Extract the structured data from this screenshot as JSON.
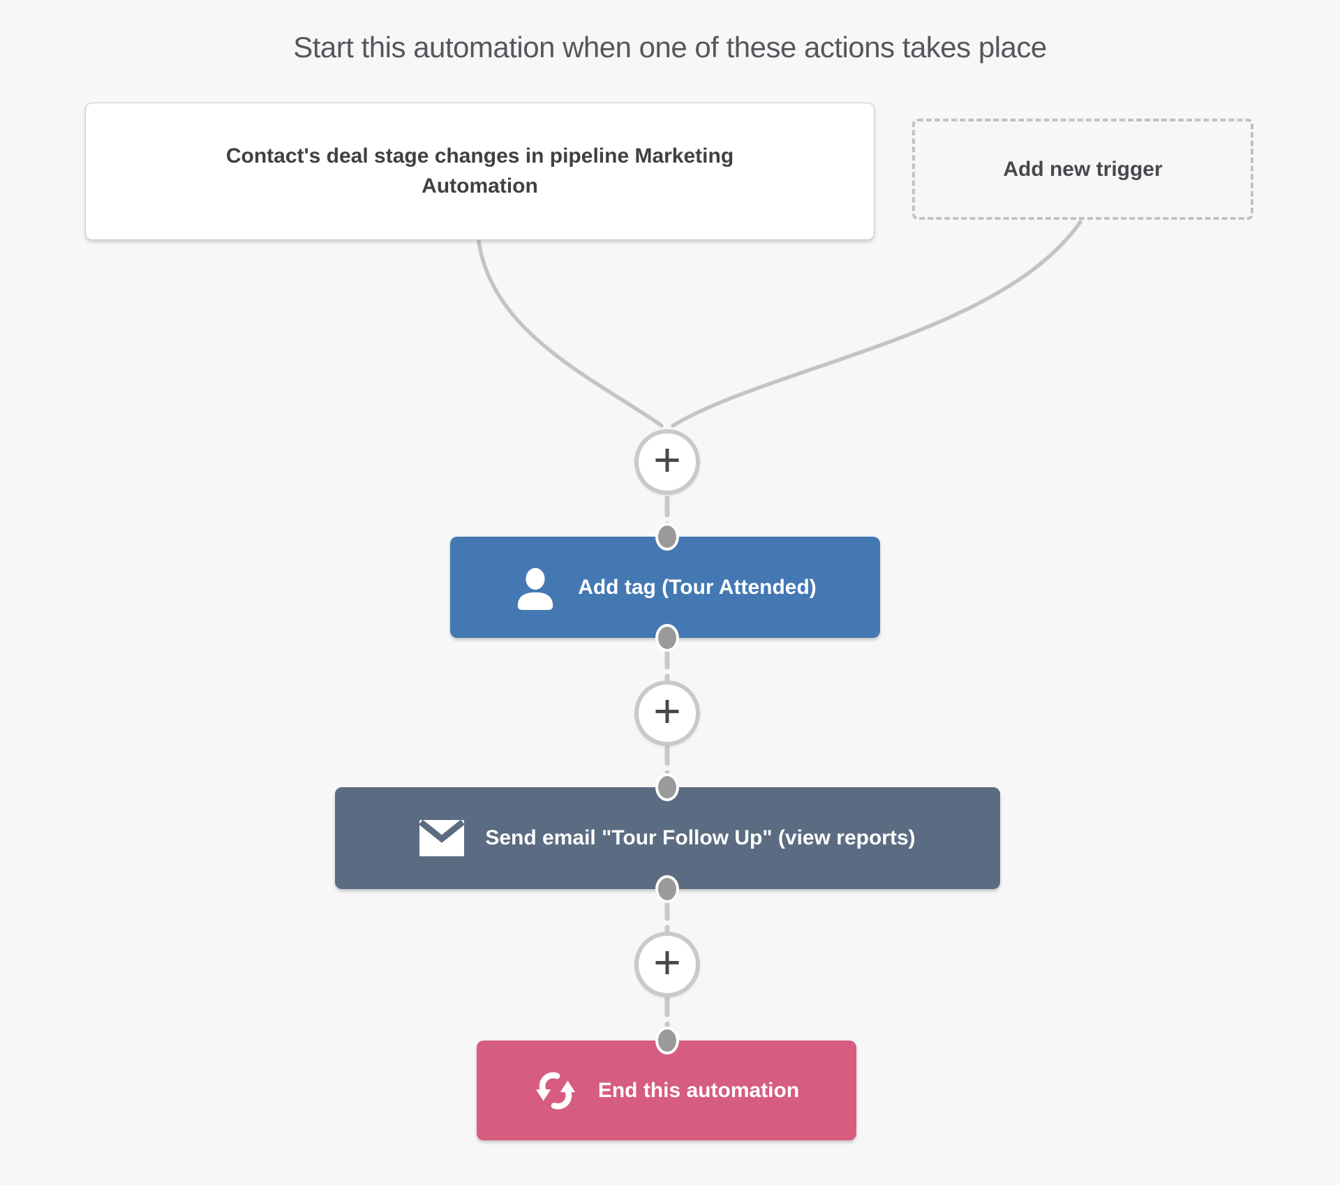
{
  "page": {
    "background_color": "#f7f7f8"
  },
  "header": {
    "title": "Start this automation when one of these actions takes place"
  },
  "triggers": {
    "card": {
      "label": "Contact's deal stage changes in pipeline Marketing Automation"
    },
    "add_new": {
      "label": "Add new trigger"
    }
  },
  "nodes": [
    {
      "id": "add-tag",
      "label": "Add tag (Tour Attended)",
      "icon": "user-icon",
      "color": "#4478b2"
    },
    {
      "id": "send-email",
      "label": "Send email \"Tour Follow Up\" (view reports)",
      "icon": "envelope-icon",
      "color": "#5b6c82"
    },
    {
      "id": "end-automation",
      "label": "End this automation",
      "icon": "sync-icon",
      "color": "#d65c80"
    }
  ],
  "connectors": {
    "plus_label": "+",
    "line_color": "#c6c6c6",
    "dot_color": "#9a9a9a"
  }
}
